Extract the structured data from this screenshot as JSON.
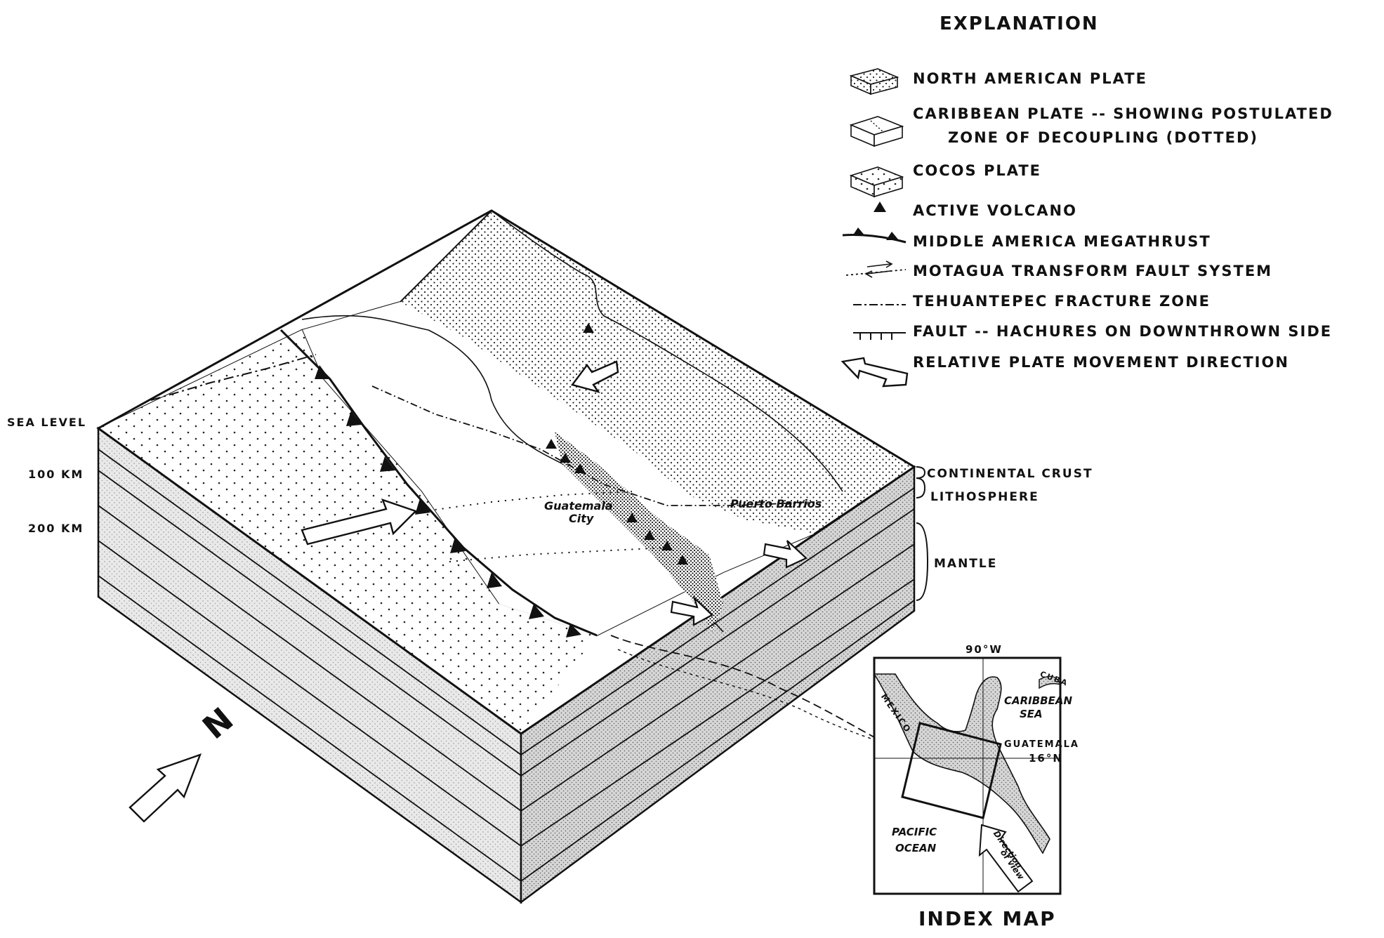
{
  "explanation": {
    "title": "EXPLANATION",
    "items": [
      {
        "line1": "NORTH AMERICAN PLATE",
        "line2": ""
      },
      {
        "line1": "CARIBBEAN PLATE -- SHOWING  POSTULATED",
        "line2": "ZONE  OF  DECOUPLING  (DOTTED)"
      },
      {
        "line1": "COCOS PLATE",
        "line2": ""
      },
      {
        "line1": "ACTIVE VOLCANO",
        "line2": ""
      },
      {
        "line1": "MIDDLE AMERICA MEGATHRUST",
        "line2": ""
      },
      {
        "line1": "MOTAGUA TRANSFORM FAULT SYSTEM",
        "line2": ""
      },
      {
        "line1": "TEHUANTEPEC FRACTURE ZONE",
        "line2": ""
      },
      {
        "line1": "FAULT -- HACHURES ON DOWNTHROWN SIDE",
        "line2": ""
      },
      {
        "line1": "RELATIVE PLATE MOVEMENT DIRECTION",
        "line2": ""
      }
    ]
  },
  "depth_labels": {
    "sea_level": "SEA LEVEL",
    "km100": "100 KM",
    "km200": "200 KM"
  },
  "layer_labels": {
    "crust": "CONTINENTAL CRUST",
    "lithosphere": "LITHOSPHERE",
    "mantle": "MANTLE"
  },
  "places": {
    "guatemala_city_1": "Guatemala",
    "guatemala_city_2": "City",
    "puerto_barrios": "Puerto Barrios"
  },
  "north_arrow": {
    "label": "N"
  },
  "index_map": {
    "title": "INDEX  MAP",
    "lon": "90°W",
    "lat": "16°N",
    "mexico": "MEXICO",
    "cuba": "CUBA",
    "caribbean_1": "CARIBBEAN",
    "caribbean_2": "SEA",
    "guatemala": "GUATEMALA",
    "pacific_1": "PACIFIC",
    "pacific_2": "OCEAN",
    "direction_1": "Direction",
    "direction_2": "of view"
  }
}
